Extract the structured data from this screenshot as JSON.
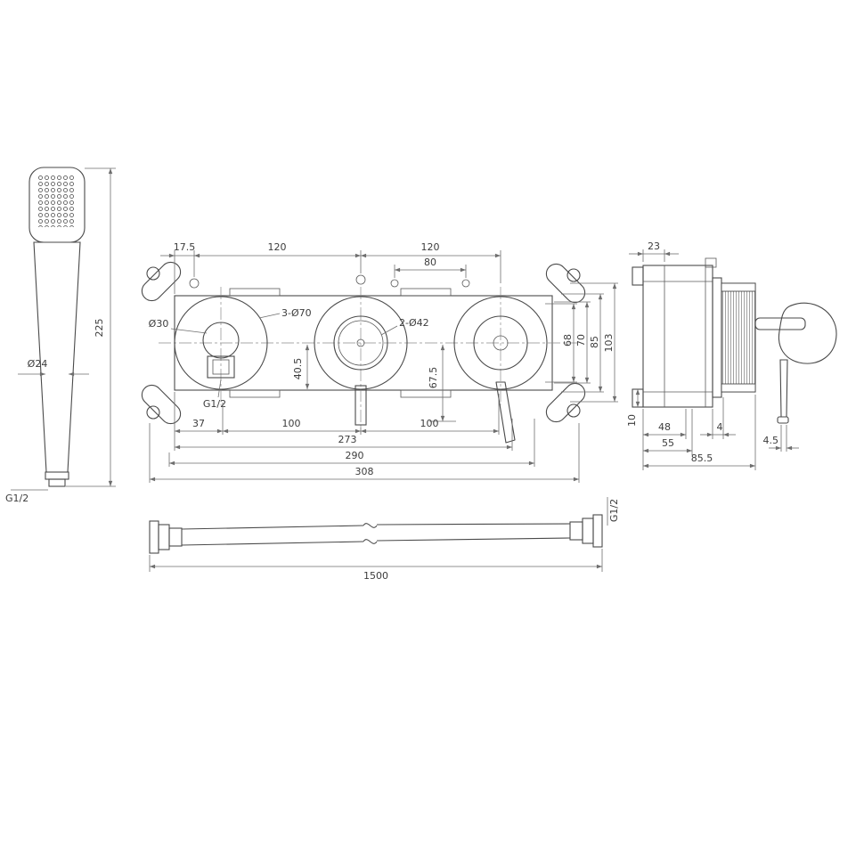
{
  "drawing": {
    "handshower": {
      "dia": "Ø24",
      "height": "225",
      "thread": "G1/2"
    },
    "valve_front": {
      "dim_17_5": "17.5",
      "dim_120a": "120",
      "dim_120b": "120",
      "dim_80": "80",
      "label_d30": "Ø30",
      "label_3d70": "3-Ø70",
      "label_2d42": "2-Ø42",
      "dim_40_5": "40.5",
      "dim_67_5": "67.5",
      "thread": "G1/2",
      "dim_68": "68",
      "dim_70": "70",
      "dim_85": "85",
      "dim_103": "103",
      "dim_37": "37",
      "dim_100a": "100",
      "dim_100b": "100",
      "dim_273": "273",
      "dim_290": "290",
      "dim_308": "308"
    },
    "valve_side": {
      "dim_23": "23",
      "dim_10": "10",
      "dim_48": "48",
      "dim_4": "4",
      "dim_55": "55",
      "dim_85_5": "85.5",
      "dim_4_5": "4.5"
    },
    "hose": {
      "length": "1500",
      "thread": "G1/2"
    }
  }
}
